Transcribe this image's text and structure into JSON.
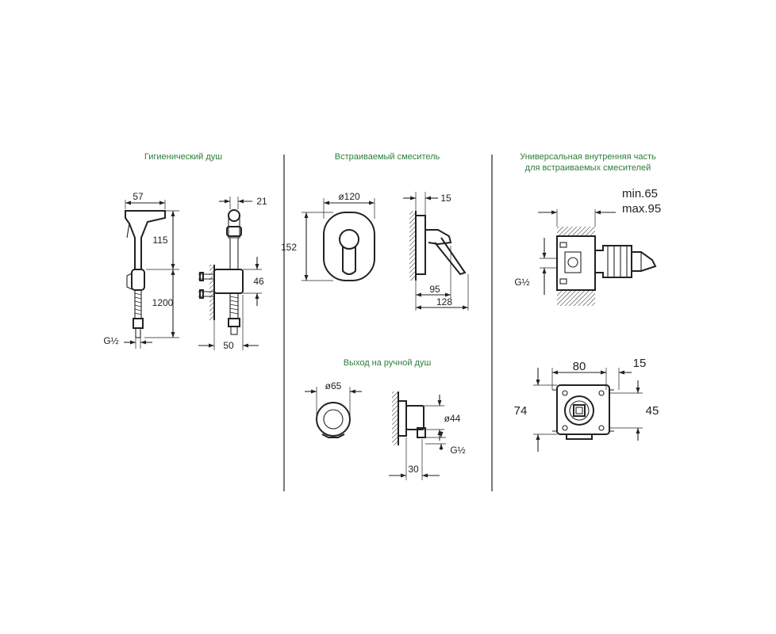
{
  "titles": {
    "hygienic_shower": "Гигиенический душ",
    "builtin_mixer": "Встраиваемый смеситель",
    "universal_inner_1": "Универсальная внутренняя часть",
    "universal_inner_2": "для встраиваемых смесителей",
    "hand_shower_outlet": "Выход на ручной душ"
  },
  "dims": {
    "d57": "57",
    "d115": "115",
    "d1200": "1200",
    "g12_a": "G½",
    "d21": "21",
    "d46": "46",
    "d50": "50",
    "d120": "ø120",
    "d152": "152",
    "d15_mixer": "15",
    "d95": "95",
    "d128": "128",
    "min65": "min.65",
    "max95": "max.95",
    "g12_b": "G½",
    "d80": "80",
    "d15_box": "15",
    "d74": "74",
    "d45": "45",
    "d65": "ø65",
    "d44": "ø44",
    "g12_c": "G½",
    "d30": "30"
  }
}
